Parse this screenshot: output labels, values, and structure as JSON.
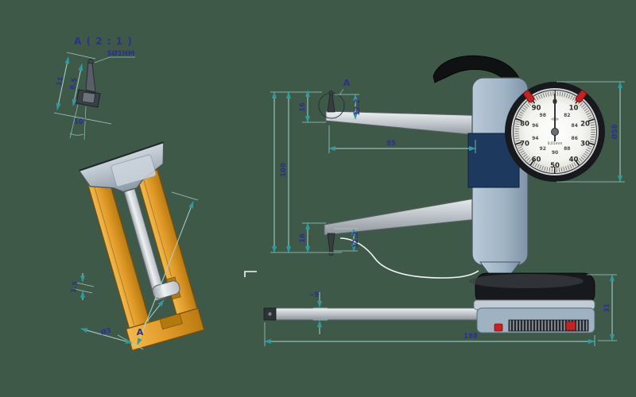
{
  "colors": {
    "background": "#3f5949",
    "dimension_line": "#a9d6cd",
    "dimension_arrow": "#2f9aa2",
    "dimension_text": "#2b2f8e",
    "workpiece_orange": "#e09a28",
    "metal_gray": "#c7ccd1",
    "body_blue": "#a3b8c9",
    "panel_navy": "#1d3a5e",
    "dial_face": "#f3f3ef",
    "marker_red": "#c22323"
  },
  "detail_view": {
    "title": "A ( 2 : 1 )",
    "tip_material": "SØ1HM",
    "dim_height": "11",
    "dim_tip_length": "8.5",
    "dim_angle": "10°"
  },
  "section_view": {
    "dim_wall": "1.5",
    "dim_bore": "Ø3",
    "view_label": "A"
  },
  "main_view": {
    "detail_label": "A",
    "dim_depth": "100",
    "dim_reach": "85",
    "dim_upper_tip": "16",
    "dim_upper_offset": "12.2",
    "dim_lower_tip": "16",
    "dim_lower_offset": "12.2",
    "dim_dial_diameter": "Ø58"
  },
  "dial": {
    "graduation": "0,01mm",
    "outer_scale": [
      "0",
      "10",
      "20",
      "30",
      "40",
      "50",
      "60",
      "70",
      "80",
      "90"
    ],
    "inner_scale": [
      "82",
      "84",
      "86",
      "88",
      "90",
      "92",
      "94",
      "96",
      "98"
    ]
  },
  "bottom_view": {
    "dim_arm": "~9",
    "dim_length": "188",
    "dim_height": "31"
  }
}
